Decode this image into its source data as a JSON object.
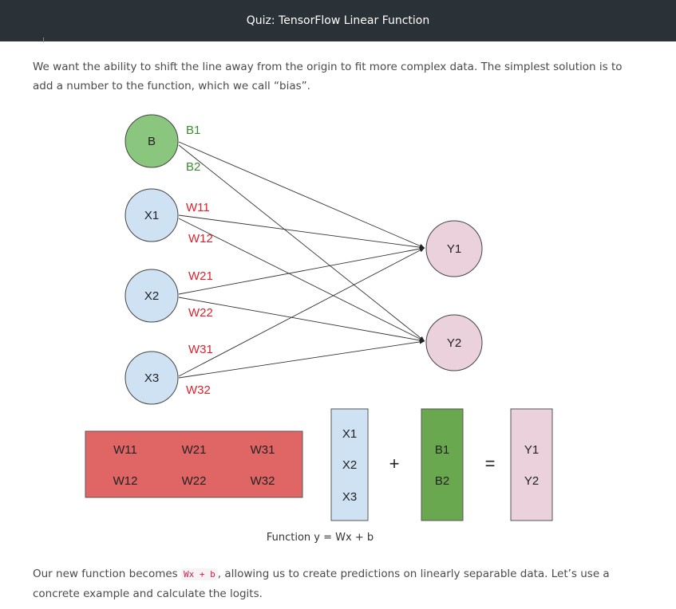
{
  "header": {
    "title": "Quiz: TensorFlow Linear Function"
  },
  "intro": {
    "text": "We want the ability to shift the line away from the origin to fit more complex data. The simplest solution is to add a number to the function, which we call “bias”."
  },
  "diagram": {
    "nodes": {
      "b": "B",
      "x1": "X1",
      "x2": "X2",
      "x3": "X3",
      "y1": "Y1",
      "y2": "Y2"
    },
    "bias_labels": [
      "B1",
      "B2"
    ],
    "weight_labels": [
      "W11",
      "W12",
      "W21",
      "W22",
      "W31",
      "W32"
    ],
    "weight_matrix": [
      [
        "W11",
        "W21",
        "W31"
      ],
      [
        "W12",
        "W22",
        "W32"
      ]
    ],
    "x_vector": [
      "X1",
      "X2",
      "X3"
    ],
    "b_vector": [
      "B1",
      "B2"
    ],
    "y_vector": [
      "Y1",
      "Y2"
    ],
    "plus": "+",
    "equals": "=",
    "caption": "Function y = Wx + b",
    "colors": {
      "bias_node": "#8bc67e",
      "input_node": "#cfe2f3",
      "output_node": "#ead1dc",
      "weight_matrix": "#e06666",
      "bias_vector": "#6aa84f",
      "bias_label": "#3a8a2f",
      "weight_label": "#e0202a"
    }
  },
  "outro": {
    "before": "Our new function becomes ",
    "code": "Wx + b",
    "after": ", allowing us to create predictions on linearly separable data. Let’s use a concrete example and calculate the logits."
  }
}
